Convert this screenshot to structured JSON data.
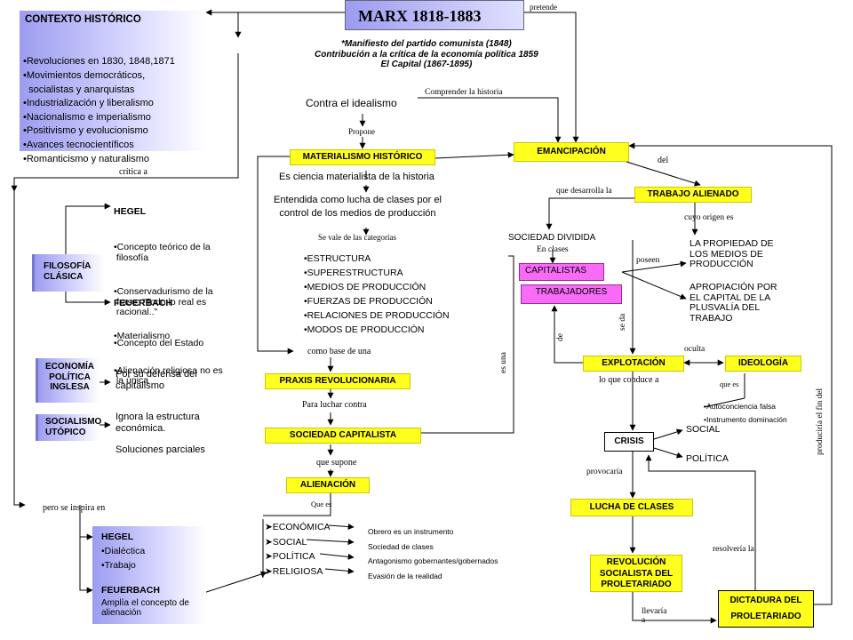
{
  "title": "MARX  1818-1883",
  "works": [
    "*Manifiesto del partido comunista  (1848)",
    "Contribución a la crítica de la economía política 1859",
    "El Capital (1867-1895)"
  ],
  "context": {
    "title": "CONTEXTO HISTÓRICO",
    "items": [
      "•Revoluciones en 1830, 1848,1871",
      "•Movimientos democráticos,",
      "  socialistas y anarquistas",
      "•Industrialización y liberalismo",
      "•Nacionalismo e imperialismo",
      "•Positivismo y evolucionismo",
      "•Avances tecnocientíficos",
      "•Romanticismo y naturalismo"
    ]
  },
  "left": {
    "critica_a": "crítica a",
    "filosofia": "FILOSOFÍA\nCLÁSICA",
    "hegel": {
      "title": "HEGEL",
      "items": [
        "•Concepto teórico de la\n filosofía",
        "•Conservadurismo de la\n frase: \"Todo lo real es\n racional..\"",
        "•Concepto del Estado"
      ]
    },
    "feuerbach": {
      "title": "FEUERBACH",
      "items": [
        "•Materialismo",
        "•Alienación religiosa no es\n la única"
      ]
    },
    "economia": "ECONOMÍA\nPOLÍTICA\nINGLESA",
    "economia_text": "Por su defensa del\ncapitalismo",
    "socialismo": "SOCIALISMO\nUTÓPICO",
    "socialismo_text": "Ignora la estructura\neconómica.",
    "soluciones": "Soluciones parciales",
    "pero_se_inspira": "pero se inspira en",
    "hegel2": {
      "title": "HEGEL",
      "items": [
        "•Dialéctica",
        "•Trabajo"
      ]
    },
    "feuerbach2": {
      "title": "FEUERBACH",
      "text": "Amplía el concepto de\nalienación"
    }
  },
  "center": {
    "contra": "Contra el idealismo",
    "propone": "Propone",
    "materialismo": "MATERIALISMO HISTÓRICO",
    "ciencia": "Es ciencia materialista de la historia",
    "entendida": "Entendida como lucha de clases por el\ncontrol de los medios de producción",
    "se_vale": "Se vale de las categorías",
    "categorias": [
      "•ESTRUCTURA",
      "•SUPERESTRUCTURA",
      "•MEDIOS DE PRODUCCIÓN",
      "•FUERZAS DE PRODUCCIÓN",
      "•RELACIONES DE PRODUCCIÓN",
      "•MODOS DE PRODUCCIÓN"
    ],
    "como_base": "como base de una",
    "praxis": "PRAXIS REVOLUCIONARIA",
    "para_luchar": "Para luchar contra",
    "sociedad_cap": "SOCIEDAD CAPITALISTA",
    "que_supone": "que supone",
    "alienacion": "ALIENACIÓN",
    "que_es": "Que es",
    "alien_types": [
      "➤ECONÓMICA",
      "➤SOCIAL",
      "➤POLÍTICA",
      "➤RELIGIOSA"
    ],
    "alien_desc": [
      "Obrero es un instrumento",
      "Sociedad de clases",
      "Antagonismo gobernantes/gobernados",
      "Evasión de la realidad"
    ],
    "es_una": "es una"
  },
  "right": {
    "pretende": "pretende",
    "comprender": "Comprender la historia",
    "emancipacion": "EMANCIPACIÓN",
    "del": "del",
    "que_desarrolla": "que desarrolla la",
    "trabajo_alienado": "TRABAJO ALIENADO",
    "cuyo_origen": "cuyo origen es",
    "propiedad": "LA PROPIEDAD DE\nLOS MEDIOS DE\nPRODUCCIÓN",
    "apropiacion": "APROPIACIÓN POR\nEL CAPITAL DE LA\nPLUSVALÍA DEL\nTRABAJO",
    "sociedad_dividida": "SOCIEDAD DIVIDIDA",
    "en_clases": "En clases",
    "capitalistas": "CAPITALISTAS",
    "trabajadores": "TRABAJADORES",
    "poseen": "poseen",
    "se_da": "se da",
    "de": "de",
    "explotacion": "EXPLOTACIÓN",
    "oculta": "oculta",
    "ideologia": "IDEOLOGÍA",
    "que_es": "que es",
    "ideologia_items": [
      "•Autoconciencia falsa",
      "•Instrumento dominación"
    ],
    "lo_que_conduce": "lo que conduce a",
    "crisis": "CRISIS",
    "social": "SOCIAL",
    "politica": "POLÍTICA",
    "provocaria": "provocaría",
    "lucha": "LUCHA DE CLASES",
    "revolucion": "REVOLUCIÓN\nSOCIALISTA DEL\nPROLETARIADO",
    "resolveria": "resolvería la",
    "llevaria": "llevaría\na",
    "dictadura": "DICTADURA DEL\nPROLETARIADO",
    "produciria": "produciría el fin del"
  }
}
